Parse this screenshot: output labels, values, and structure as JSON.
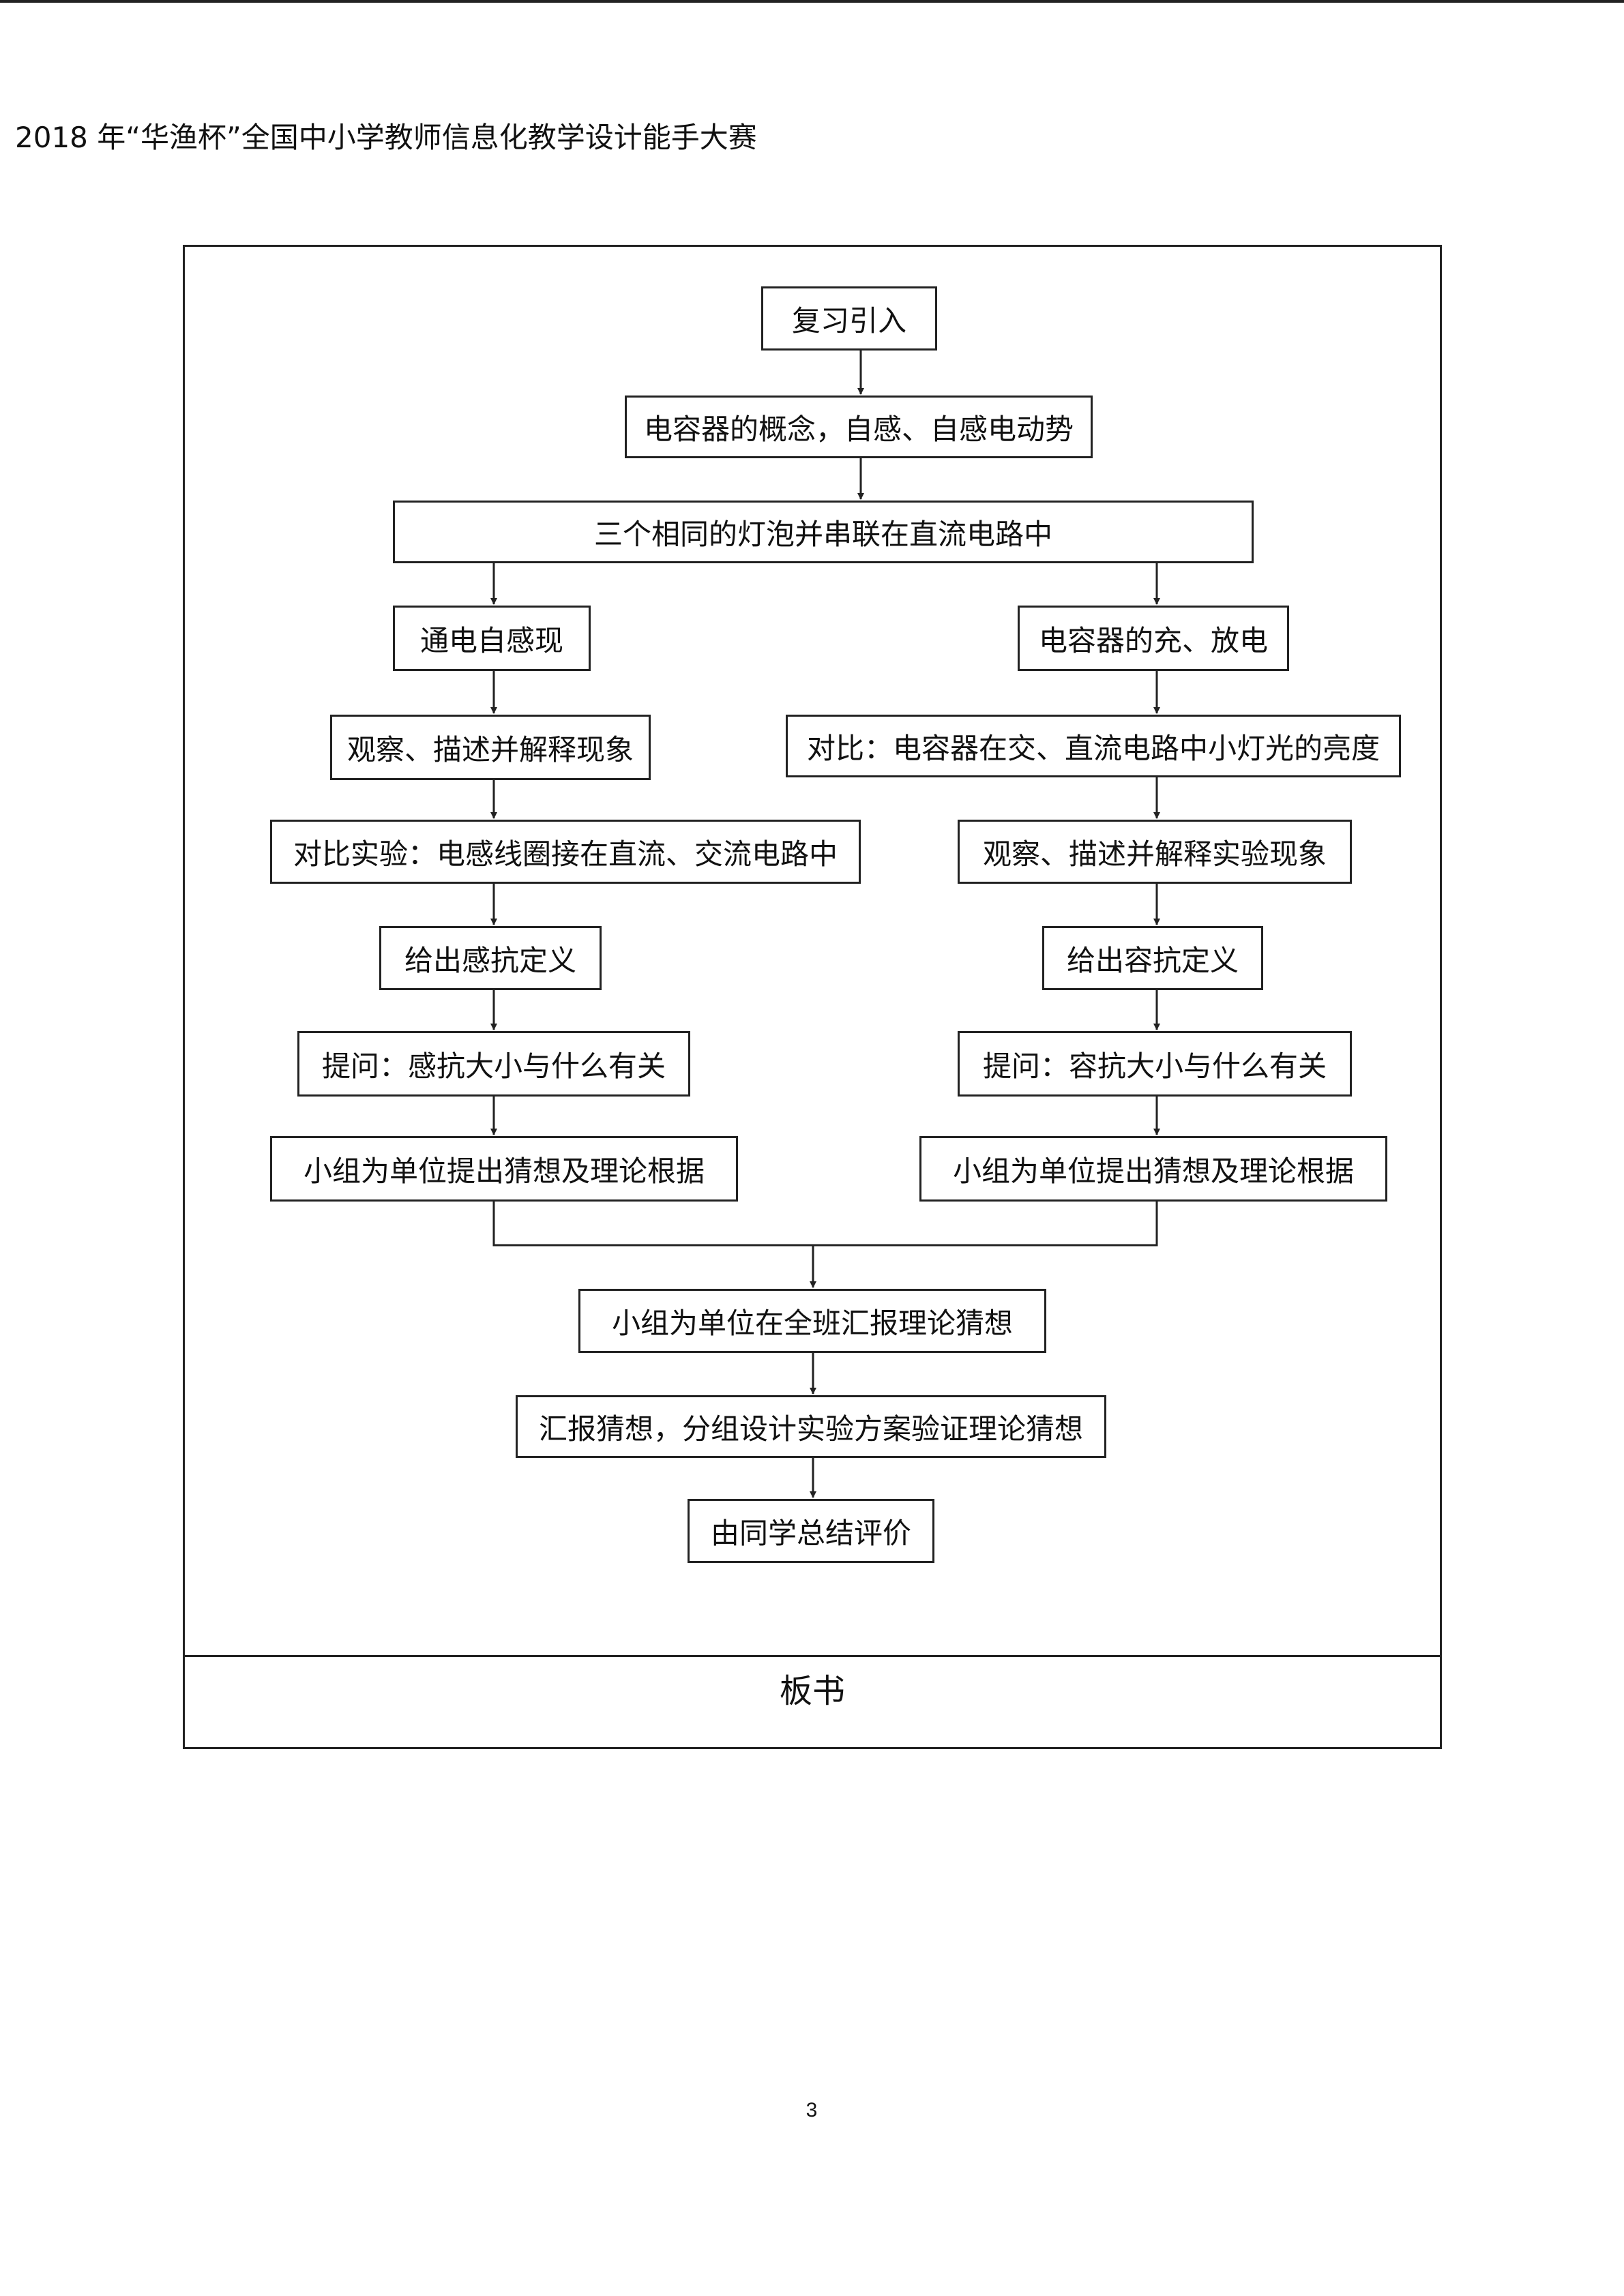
{
  "header": {
    "title": "2018 年“华渔杯”全国中小学教师信息化教学设计能手大赛"
  },
  "flowchart": {
    "steps": {
      "review": "复习引入",
      "concept": "电容器的概念，自感、自感电动势",
      "experiment": "三个相同的灯泡并串联在直流电路中",
      "left_1": "通电自感现",
      "left_2": "观察、描述并解释现象",
      "left_3": "对比实验：电感线圈接在直流、交流电路中",
      "left_4": "给出感抗定义",
      "left_5": "提问：感抗大小与什么有关",
      "left_6": "小组为单位提出猜想及理论根据",
      "right_1": "电容器的充、放电",
      "right_2": "对比：电容器在交、直流电路中小灯光的亮度",
      "right_3": "观察、描述并解释实验现象",
      "right_4": "给出容抗定义",
      "right_5": "提问：容抗大小与什么有关",
      "right_6": "小组为单位提出猜想及理论根据",
      "report": "小组为单位在全班汇报理论猜想",
      "design": "汇报猜想，分组设计实验方案验证理论猜想",
      "summary": "由同学总结评价"
    }
  },
  "board": {
    "title": "板书"
  },
  "footer": {
    "page_number": "3"
  }
}
